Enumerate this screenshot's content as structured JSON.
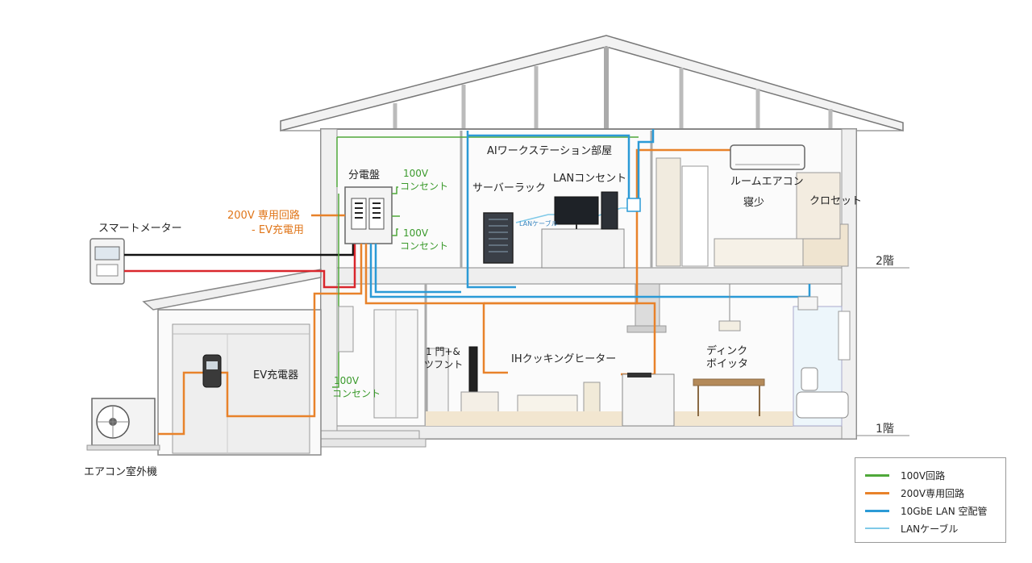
{
  "labels": {
    "smart_meter": "スマートメーター",
    "dedicated_200v_line1": "200V 専用回路",
    "dedicated_200v_line2": "- EV充電用",
    "panel": "分電盤",
    "outlet_100v_a_line1": "100V",
    "outlet_100v_a_line2": "コンセント",
    "outlet_100v_b_line1": "100V",
    "outlet_100v_b_line2": "コンセント",
    "outlet_100v_c_line1": "100V",
    "outlet_100v_c_line2": "コンセント",
    "ai_room": "AIワークステーション部屋",
    "server_rack": "サーバーラック",
    "lan_outlet": "LANコンセント",
    "lan_cable_small": "LANケーブル",
    "room_ac": "ルームエアコン",
    "bedroom": "寝少",
    "closet": "クロセット",
    "floor_2": "2階",
    "floor_1": "1階",
    "ev_charger": "EV充電器",
    "living_tv_line1": "1 門+&",
    "living_tv_line2": "ツフント",
    "ih_heater": "IHクッキングヒーター",
    "dining_line1": "ディンク",
    "dining_line2": "ボイッタ",
    "ac_outdoor": "エアコン室外機"
  },
  "legend": [
    {
      "label": "100V回路",
      "color": "#4fa83a"
    },
    {
      "label": "200V専用回路",
      "color": "#e8822a"
    },
    {
      "label": "10GbE LAN 空配管",
      "color": "#2b9ad6"
    },
    {
      "label": "LANケーブル",
      "color": "#7fc9e8"
    }
  ],
  "colors": {
    "line_100v": "#4fa83a",
    "line_200v": "#e8822a",
    "line_lan_conduit": "#2b9ad6",
    "line_lan_cable": "#7fc9e8",
    "service_black": "#111111",
    "service_red": "#d9262c"
  }
}
